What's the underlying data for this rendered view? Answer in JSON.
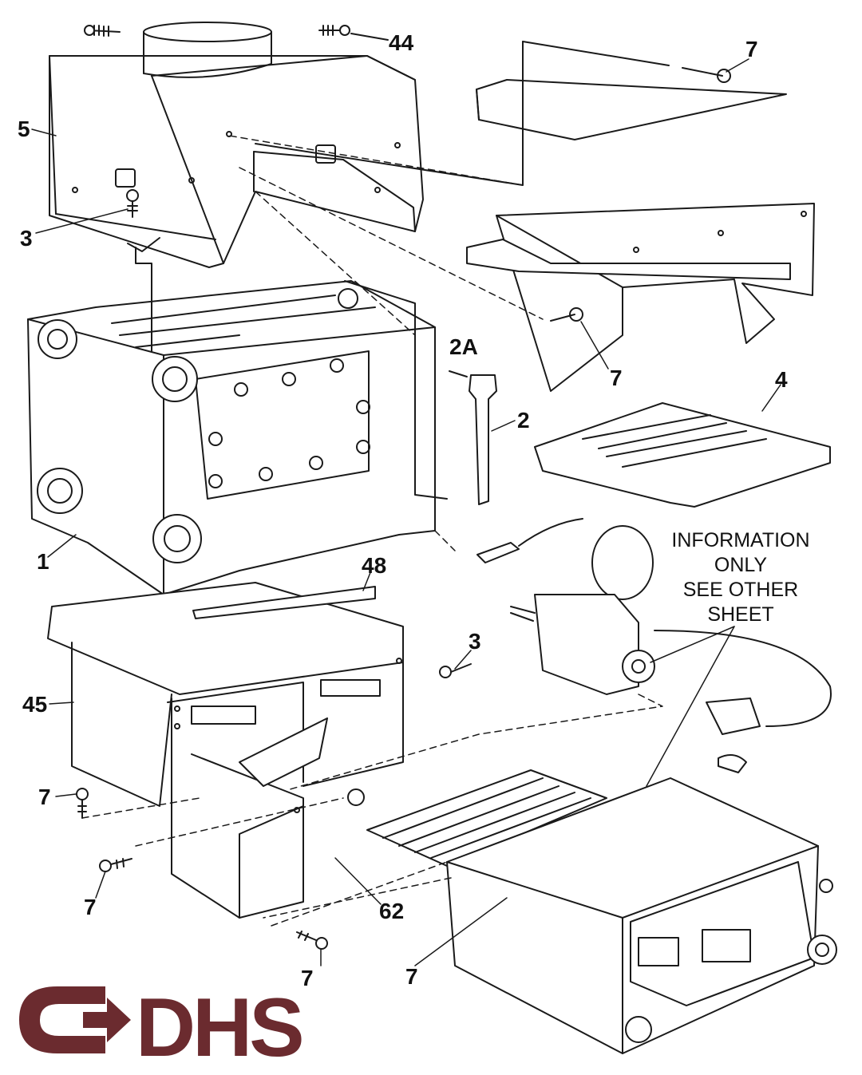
{
  "part_labels": {
    "p44": "44",
    "p7_top": "7",
    "p5": "5",
    "p3_top": "3",
    "p7_mid": "7",
    "p2A": "2A",
    "p2": "2",
    "p4": "4",
    "p1": "1",
    "p48": "48",
    "p3_mid": "3",
    "p45": "45",
    "p7_left": "7",
    "p7_lower_left": "7",
    "p62": "62",
    "p7_bottom": "7",
    "p7_bottom_right": "7"
  },
  "note": {
    "line1": "INFORMATION",
    "line2": "ONLY",
    "line3": "SEE OTHER",
    "line4": "SHEET"
  },
  "logo": {
    "text": "DHS",
    "color": "#6b2b2f"
  },
  "colors": {
    "line": "#1a1a1a",
    "background": "#ffffff"
  }
}
